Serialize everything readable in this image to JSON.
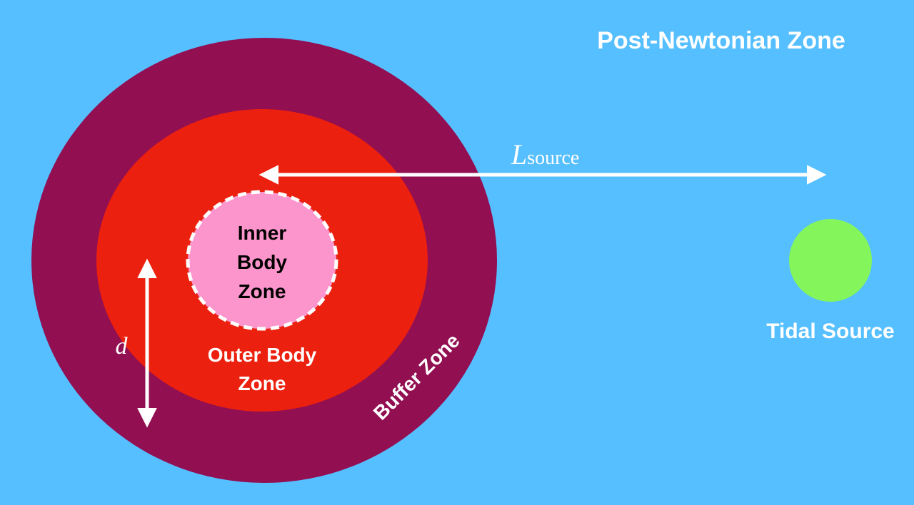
{
  "diagram": {
    "zones": {
      "post_newtonian": "Post-Newtonian Zone",
      "buffer": "Buffer Zone",
      "outer_body_line1": "Outer Body",
      "outer_body_line2": "Zone",
      "inner_body_line1": "Inner",
      "inner_body_line2": "Body",
      "inner_body_line3": "Zone"
    },
    "tidal_source": "Tidal Source",
    "distance_label_main": "L",
    "distance_label_sub": "source",
    "size_label": "d",
    "colors": {
      "background": "#56bfff",
      "buffer_zone": "#920f52",
      "outer_body_zone": "#ec200e",
      "inner_body_zone": "#fb95cb",
      "tidal_source": "#84f55a",
      "labels_light": "#ffffff",
      "labels_dark": "#000000"
    }
  }
}
